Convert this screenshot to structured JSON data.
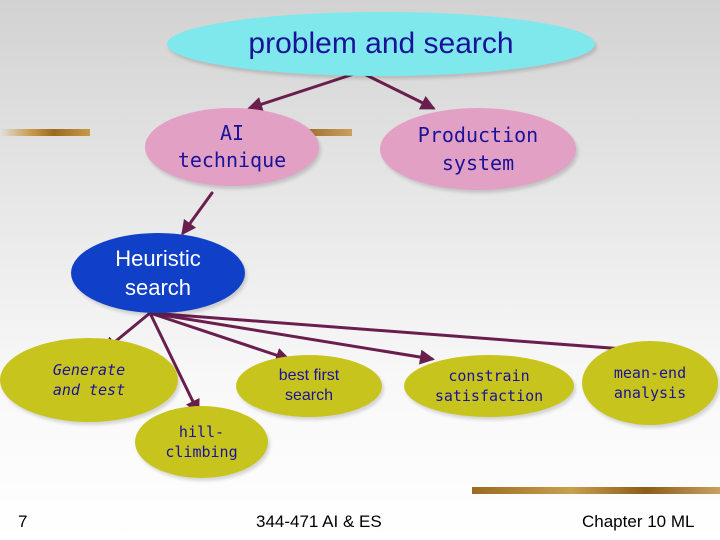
{
  "nodes": {
    "root": "problem and search",
    "ai_technique": "AI\ntechnique",
    "production_system": "Production\nsystem",
    "heuristic_search": "Heuristic\nsearch",
    "generate_and_test": "Generate\nand test",
    "best_first_search": "best first\nsearch",
    "constrain_satisfaction": "constrain\nsatisfaction",
    "mean_end_analysis": "mean-end\nanalysis",
    "hill_climbing": "hill-\nclimbing"
  },
  "footer": {
    "slide_number": "7",
    "course": "344-471 AI & ES",
    "chapter": "Chapter 10 ML"
  },
  "colors": {
    "root_fill": "#7ee8ec",
    "pink_fill": "#e2a0c4",
    "blue_fill": "#1040c8",
    "olive_fill": "#c8c41e",
    "text_dark_blue": "#1a1299",
    "arrow": "#6a1e4e"
  }
}
